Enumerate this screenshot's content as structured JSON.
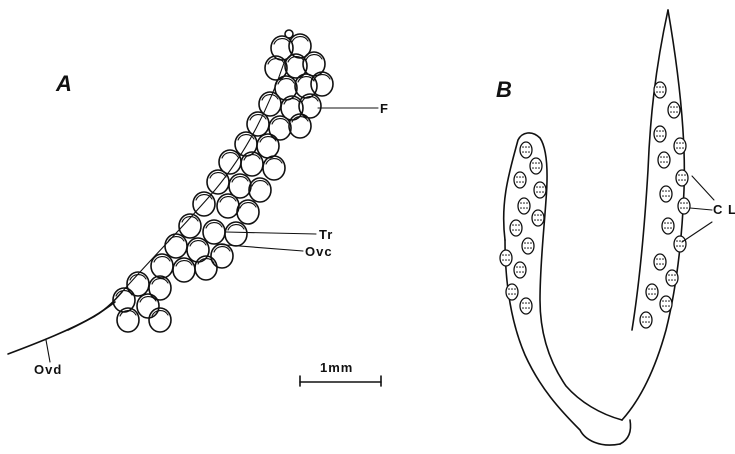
{
  "figure": {
    "panel_a_label": "A",
    "panel_b_label": "B",
    "panel_a": {
      "labels": {
        "f": "F",
        "tr": "Tr",
        "ovc": "Ovc",
        "ovd": "Ovd"
      }
    },
    "panel_b": {
      "labels": {
        "cl": "C L"
      }
    },
    "scale_bar": {
      "label": "1mm"
    }
  },
  "colors": {
    "ink": "#111111",
    "background": "#ffffff"
  }
}
